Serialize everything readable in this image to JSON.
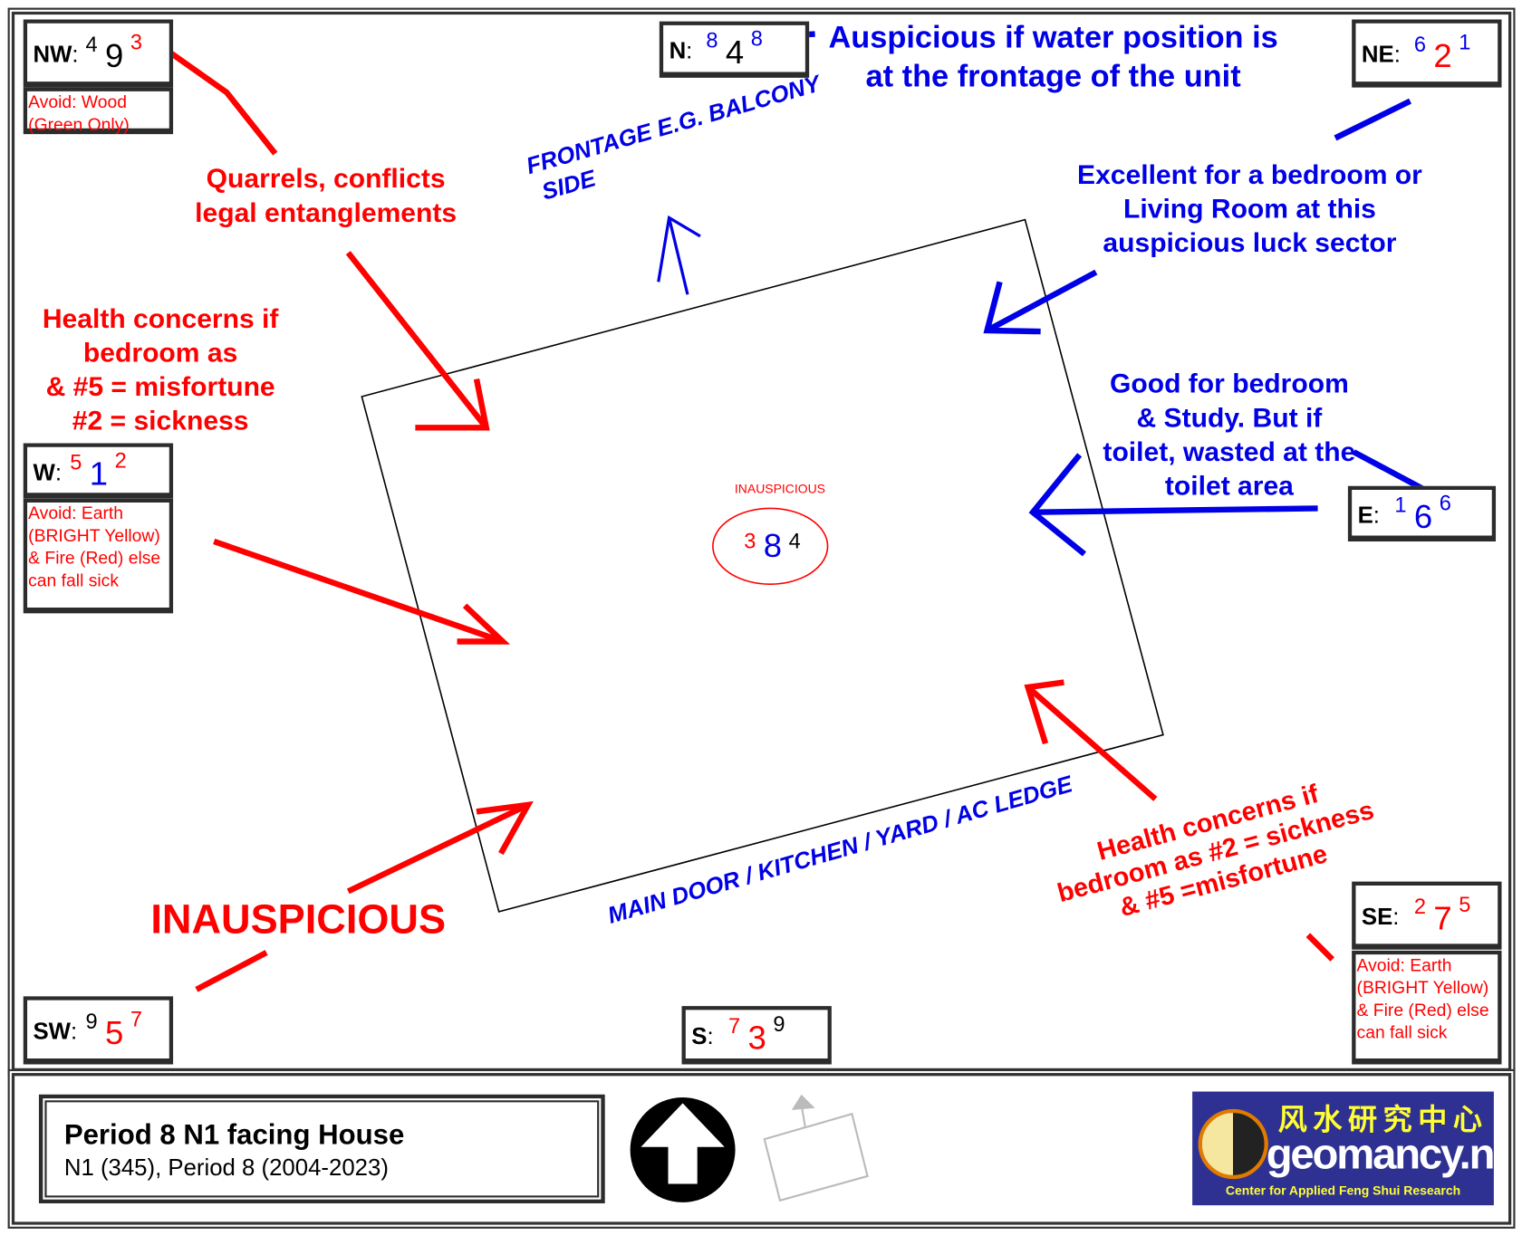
{
  "palaces": [
    {
      "id": "nw",
      "label": "NW",
      "left": "4",
      "center": "9",
      "right": "3",
      "colors": [
        "black",
        "black",
        "red"
      ],
      "avoid": "Avoid: Wood (Green Only)"
    },
    {
      "id": "n",
      "label": "N",
      "left": "8",
      "center": "4",
      "right": "8",
      "colors": [
        "blue",
        "black",
        "blue"
      ]
    },
    {
      "id": "ne",
      "label": "NE",
      "left": "6",
      "center": "2",
      "right": "1",
      "colors": [
        "blue",
        "red",
        "blue"
      ]
    },
    {
      "id": "w",
      "label": "W",
      "left": "5",
      "center": "1",
      "right": "2",
      "colors": [
        "red",
        "blue",
        "red"
      ],
      "avoid": "Avoid: Earth (BRIGHT Yellow) & Fire (Red) else can fall sick"
    },
    {
      "id": "e",
      "label": "E",
      "left": "1",
      "center": "6",
      "right": "6",
      "colors": [
        "blue",
        "blue",
        "blue"
      ]
    },
    {
      "id": "sw",
      "label": "SW",
      "left": "9",
      "center": "5",
      "right": "7",
      "colors": [
        "black",
        "red",
        "red"
      ]
    },
    {
      "id": "s",
      "label": "S",
      "left": "7",
      "center": "3",
      "right": "9",
      "colors": [
        "red",
        "red",
        "black"
      ]
    },
    {
      "id": "se",
      "label": "SE",
      "left": "2",
      "center": "7",
      "right": "5",
      "colors": [
        "red",
        "red",
        "red"
      ],
      "avoid": "Avoid: Earth (BRIGHT Yellow) & Fire (Red) else can fall sick"
    }
  ],
  "center": {
    "label": "INAUSPICIOUS",
    "left": "3",
    "center": "8",
    "right": "4",
    "colors": [
      "red",
      "blue",
      "black"
    ]
  },
  "notes": {
    "water": "Auspicious if water position is at the frontage of the unit",
    "quarrels": "Quarrels, conflicts legal entanglements",
    "health_west": [
      "Health concerns if",
      "bedroom as",
      "& #5 = misfortune",
      "#2 = sickness"
    ],
    "excellent": "Excellent for a bedroom or Living Room at this auspicious luck sector",
    "good": "Good for bedroom & Study. But if toilet, wasted at the toilet area",
    "frontage": [
      "FRONTAGE E.G. BALCONY",
      "SIDE"
    ],
    "main_door": "MAIN DOOR / KITCHEN / YARD / AC LEDGE",
    "health_se": [
      "Health concerns if",
      "bedroom as #2 = sickness",
      "& #5 =misfortune"
    ],
    "inauspicious": "INAUSPICIOUS"
  },
  "footer": {
    "title": "Period 8 N1 facing House",
    "subtitle": "N1 (345), Period 8 (2004-2023)",
    "logo": {
      "chinese": "风水研究中心",
      "name": "geomancy.net",
      "tagline": "Center for Applied Feng Shui Research"
    }
  },
  "colors": {
    "red": "#ff0000",
    "blue": "#0000e6",
    "logo_bg": "#2e3192",
    "logo_text": "#ffff33"
  }
}
